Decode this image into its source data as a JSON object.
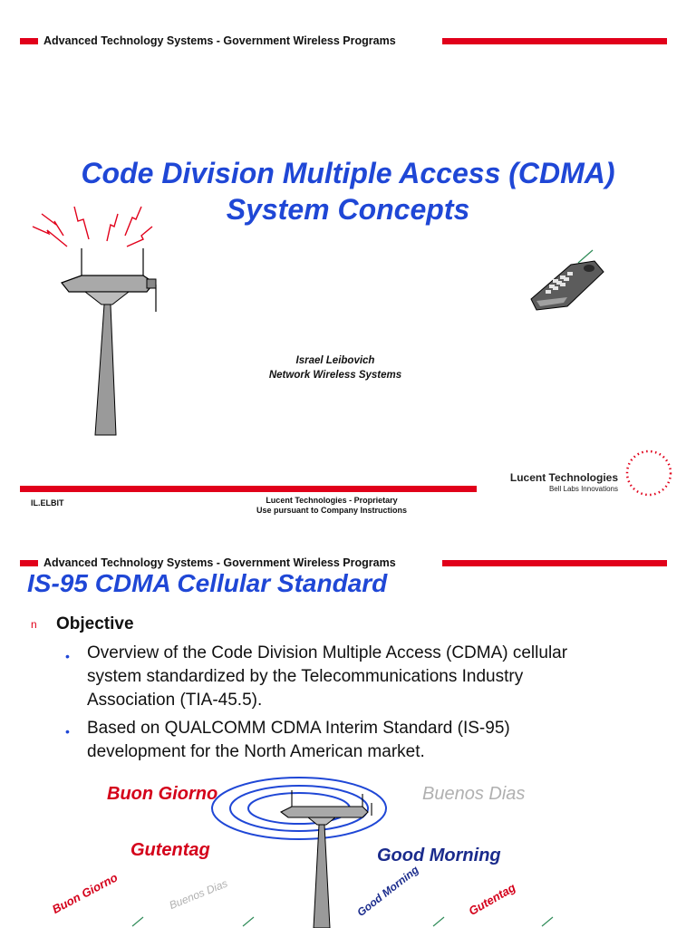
{
  "slide1": {
    "header": "Advanced Technology Systems - Government Wireless Programs",
    "title_line1": "Code Division Multiple Access (CDMA)",
    "title_line2": "System Concepts",
    "author": "Israel  Leibovich",
    "department": "Network Wireless Systems",
    "logo_name": "Lucent Technologies",
    "logo_tagline": "Bell Labs Innovations",
    "footer_left": "IL.ELBIT",
    "footer_center_1": "Lucent Technologies - Proprietary",
    "footer_center_2": "Use pursuant to Company Instructions"
  },
  "slide2": {
    "header": "Advanced Technology Systems - Government Wireless Programs",
    "title": "IS-95 CDMA Cellular Standard",
    "section_marker": "n",
    "section": "Objective",
    "bullets": [
      {
        "marker": "•",
        "lines": [
          "Overview of the Code Division Multiple Access (CDMA) cellular",
          "system standardized by the Telecommunications Industry",
          "Association (TIA-45.5)."
        ]
      },
      {
        "marker": "•",
        "lines": [
          "Based on QUALCOMM CDMA Interim Standard (IS-95)",
          "development for the North American market."
        ]
      }
    ],
    "greetings": {
      "buon_giorno": "Buon Giorno",
      "buenos_dias": "Buenos Dias",
      "gutentag": "Gutentag",
      "good_morning": "Good Morning",
      "buon_giorno_small": "Buon Giorno",
      "buenos_dias_small": "Buenos Dias",
      "good_morning_small": "Good Morning",
      "gutentag_small": "Gutentag"
    }
  },
  "colors": {
    "accent_red": "#e1001a",
    "title_blue": "#1f47d6",
    "greeting_red": "#d4001a",
    "greeting_gray": "#b0b0b0",
    "greeting_navy": "#1a2b8c"
  }
}
